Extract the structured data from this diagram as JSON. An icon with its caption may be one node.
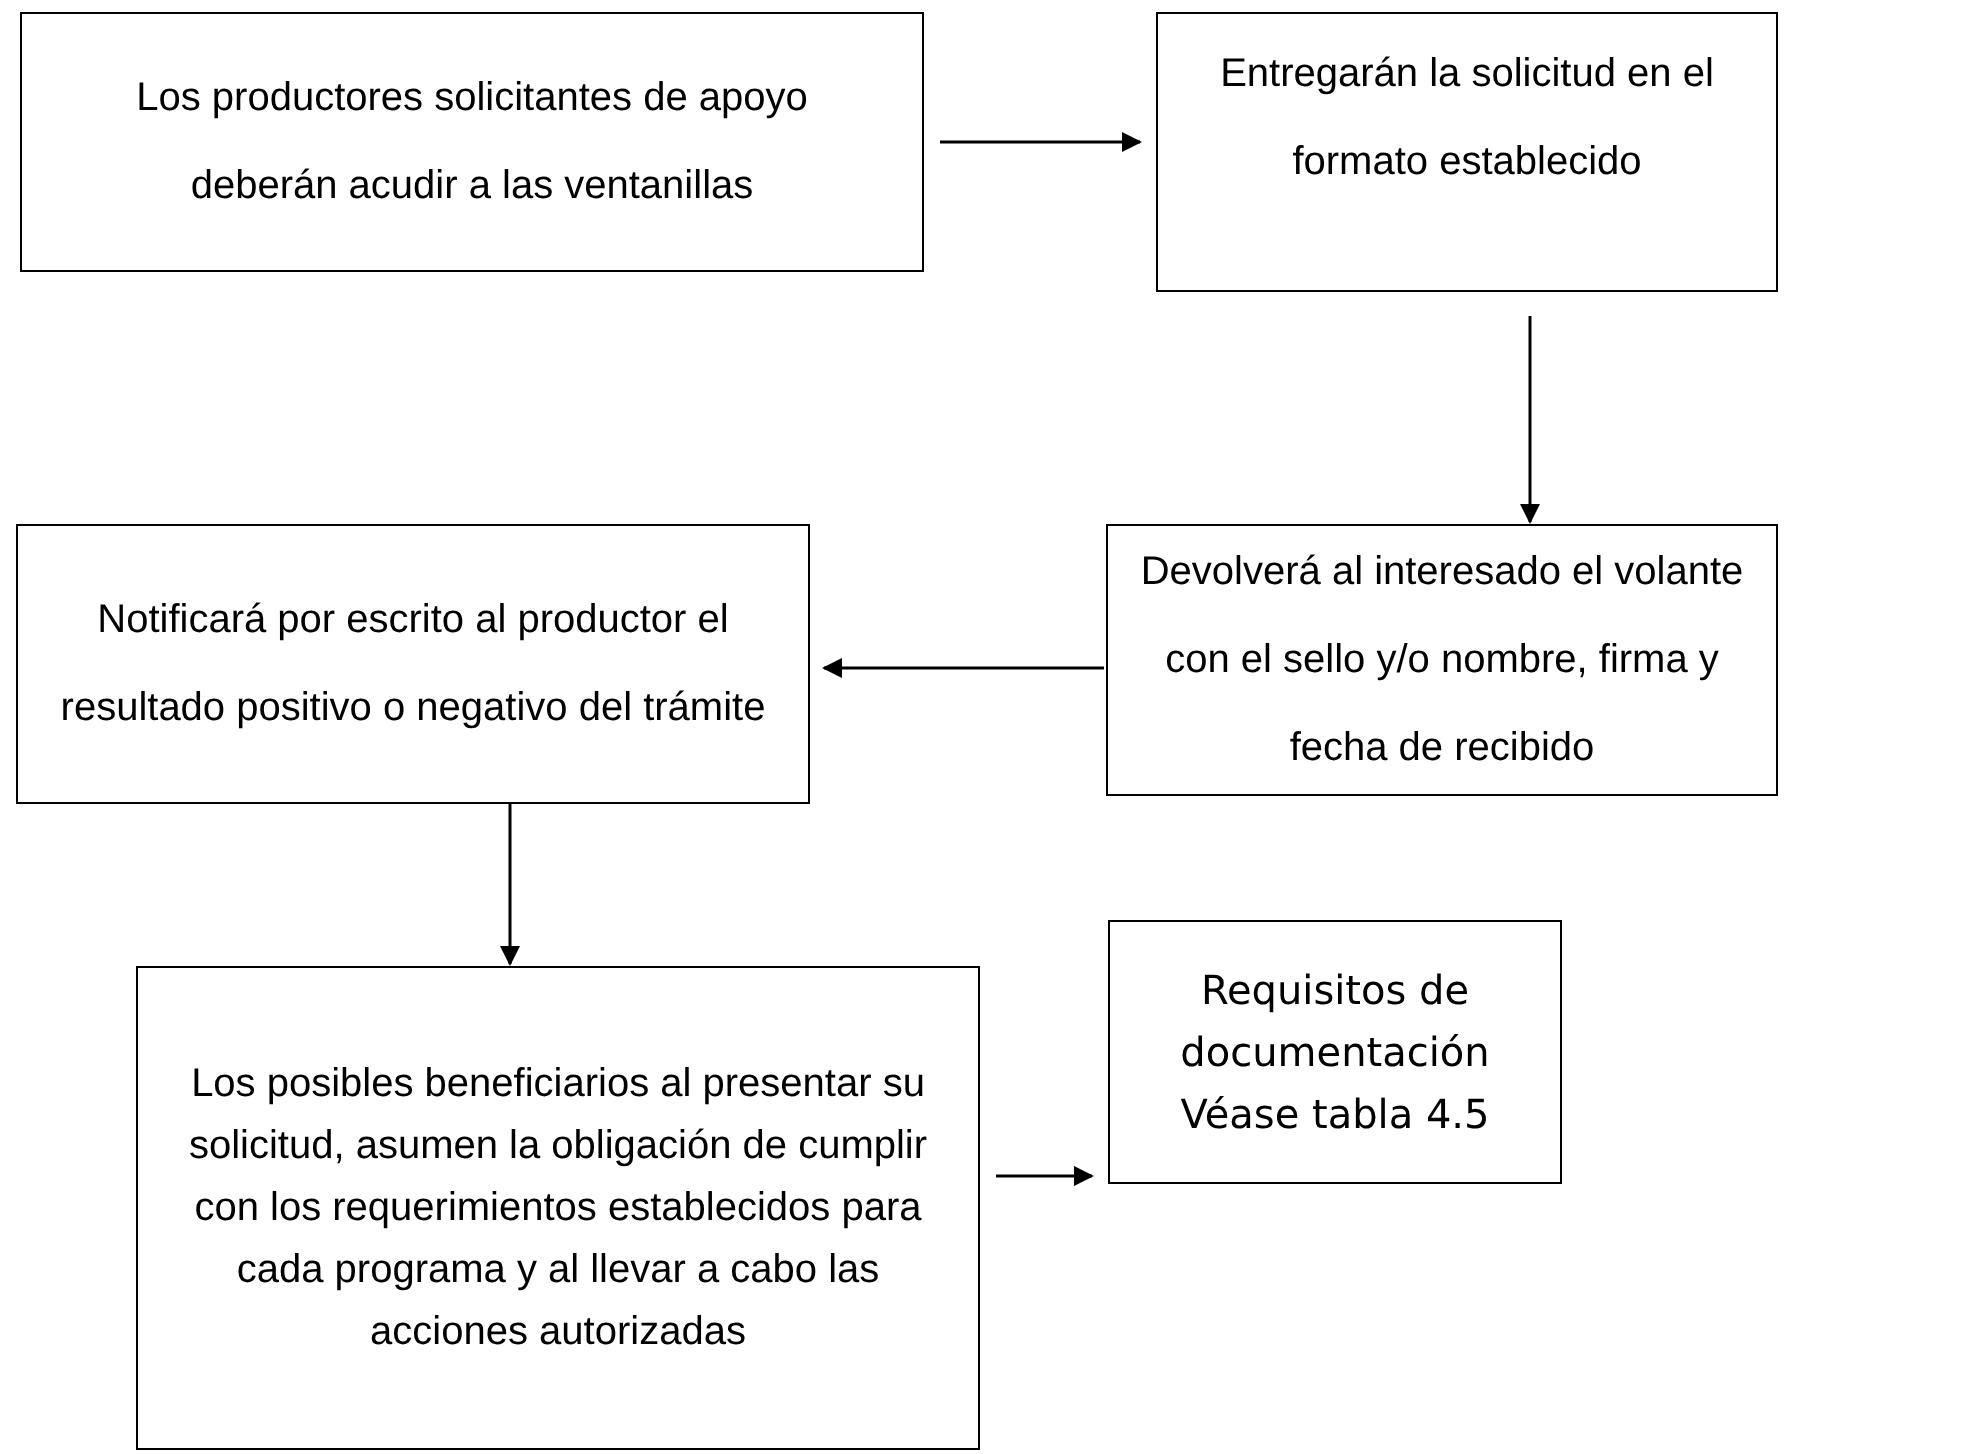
{
  "diagram": {
    "nodes": [
      {
        "text": [
          "Los productores solicitantes de apoyo deberán acudir a las ventanillas"
        ]
      },
      {
        "text": [
          "Entregarán la solicitud en el formato establecido"
        ]
      },
      {
        "text": [
          "Notificará por escrito al productor el resultado positivo o negativo del trámite"
        ]
      },
      {
        "text": [
          "Devolverá al interesado el volante con el sello y/o nombre, firma y fecha de recibido"
        ]
      },
      {
        "text": [
          "Los posibles beneficiarios al presentar su solicitud, asumen la obligación de cumplir con los requerimientos establecidos para cada programa y al llevar a cabo las acciones autorizadas"
        ]
      },
      {
        "text": [
          "Requisitos de documentación",
          "Véase tabla 4.5"
        ]
      }
    ],
    "edges": [
      {
        "from": 0,
        "to": 1,
        "arrow": "to"
      },
      {
        "from": 1,
        "to": 3,
        "arrow": "to"
      },
      {
        "from": 3,
        "to": 2,
        "arrow": "to"
      },
      {
        "from": 2,
        "to": 4,
        "arrow": "to"
      },
      {
        "from": 4,
        "to": 5,
        "arrow": "to"
      }
    ]
  }
}
